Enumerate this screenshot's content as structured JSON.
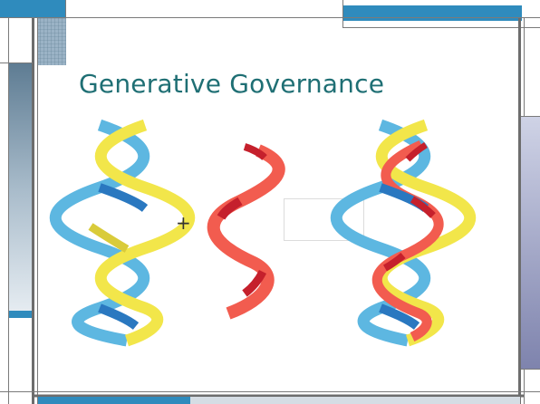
{
  "slide": {
    "title": "Generative Governance",
    "operator": "+"
  },
  "colors": {
    "title": "#1f6f74",
    "frame_dark": "#7a7a7a",
    "accent_blue": "#2f8bbd",
    "helix_yellow": "#f2e64a",
    "helix_light_blue": "#5db7e1",
    "helix_dark_blue": "#2a78c0",
    "helix_red": "#f25c4f",
    "helix_dark_red": "#c5202c"
  },
  "illustrations": [
    {
      "name": "dna-double-helix-icon",
      "strands": [
        "yellow",
        "blue"
      ]
    },
    {
      "name": "single-red-strand-icon",
      "strands": [
        "red"
      ]
    },
    {
      "name": "dna-triple-helix-icon",
      "strands": [
        "yellow",
        "blue",
        "red"
      ]
    }
  ]
}
